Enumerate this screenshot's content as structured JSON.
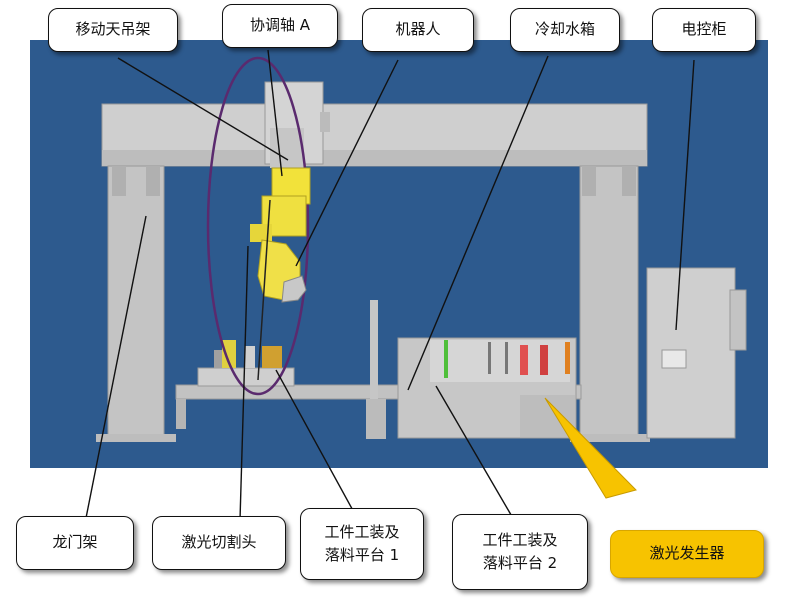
{
  "labels": {
    "moving_gantry_crane": "移动天吊架",
    "coordination_axis": "协调轴 A",
    "robot": "机器人",
    "cooling_water_tank": "冷却水箱",
    "control_cabinet": "电控柜",
    "gantry_frame": "龙门架",
    "laser_cutting_head": "激光切割头",
    "fixture_platform_1": "工件工装及\n落料平台 1",
    "fixture_platform_2": "工件工装及\n落料平台 2",
    "laser_generator": "激光发生器"
  },
  "colors": {
    "background": "#2d5a8e",
    "structure": "#c9c9c9",
    "robot": "#f2e23a",
    "highlight": "#f7c300",
    "orbit": "#5a2a6e"
  }
}
